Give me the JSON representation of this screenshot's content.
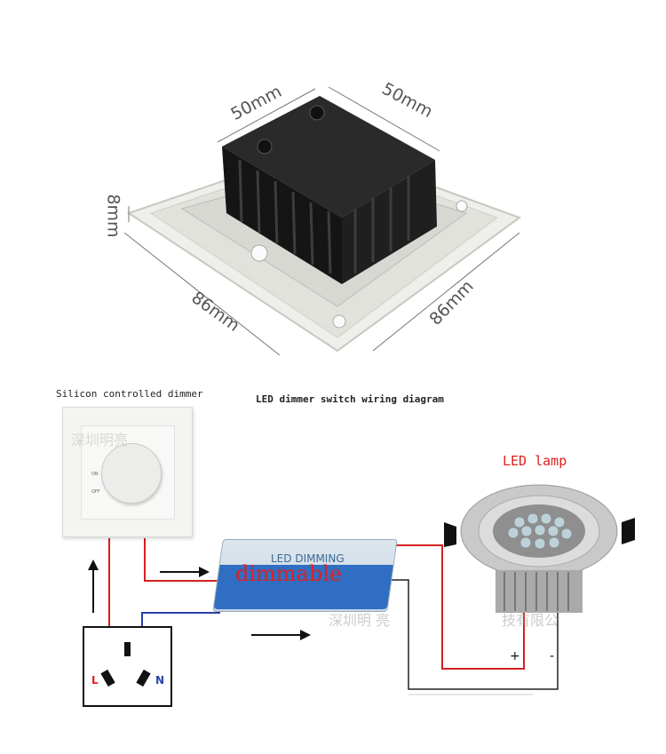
{
  "top_photo": {
    "dim_top_left": "50mm",
    "dim_top_right": "50mm",
    "dim_height": "8mm",
    "dim_bottom_left": "86mm",
    "dim_bottom_right": "86mm"
  },
  "wiring": {
    "title": "LED dimmer switch wiring diagram",
    "dimmer_label": "Silicon controlled dimmer",
    "dimmer_knob_on": "ON",
    "dimmer_knob_off": "OFF",
    "lamp_label": "LED lamp",
    "driver_label": "LED DIMMING",
    "driver_overlay": "dimmable",
    "socket_l": "L",
    "socket_n": "N",
    "polarity_plus": "+",
    "polarity_minus": "-",
    "watermark_1": "深圳明亮",
    "watermark_2": "深圳明  亮",
    "watermark_3": "技有限公"
  },
  "colors": {
    "wire_red": "#d62020",
    "wire_blue": "#2a3fa8",
    "wire_black": "#222222",
    "label_red": "#e02020"
  }
}
